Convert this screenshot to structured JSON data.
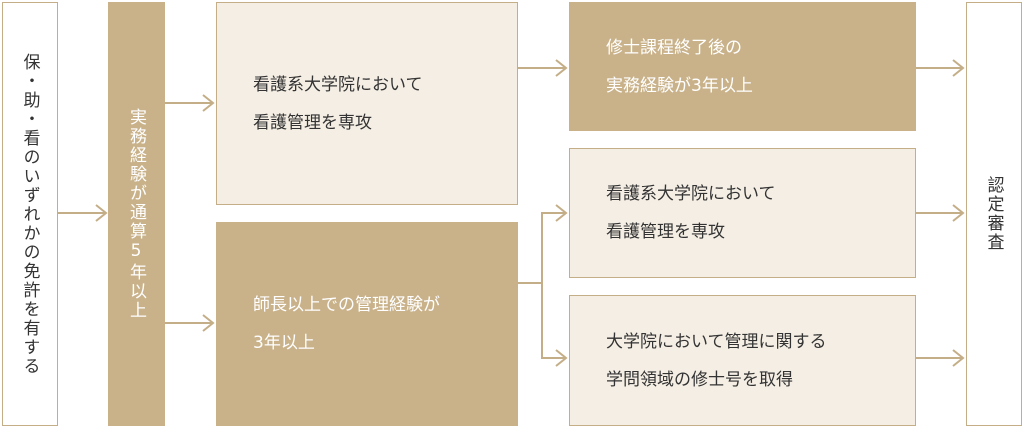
{
  "start": {
    "label": "保・助・看のいずれかの免許を有する"
  },
  "experience": {
    "label": "実務経験が通算5年以上"
  },
  "route_a": {
    "lines": [
      "看護系大学院において",
      "看護管理を専攻"
    ]
  },
  "route_a_next": {
    "lines": [
      "修士課程終了後の",
      "実務経験が3年以上"
    ]
  },
  "route_b": {
    "lines": [
      "師長以上での管理経験が",
      "3年以上"
    ]
  },
  "route_b1": {
    "lines": [
      "看護系大学院において",
      "看護管理を専攻"
    ]
  },
  "route_b2": {
    "lines": [
      "大学院において管理に関する",
      "学問領域の修士号を取得"
    ]
  },
  "end": {
    "label": "認定審査"
  },
  "colors": {
    "dark": "#c9b28a",
    "light": "#f4eee4",
    "border": "#c4ae87",
    "arrow": "#c4ae87"
  }
}
